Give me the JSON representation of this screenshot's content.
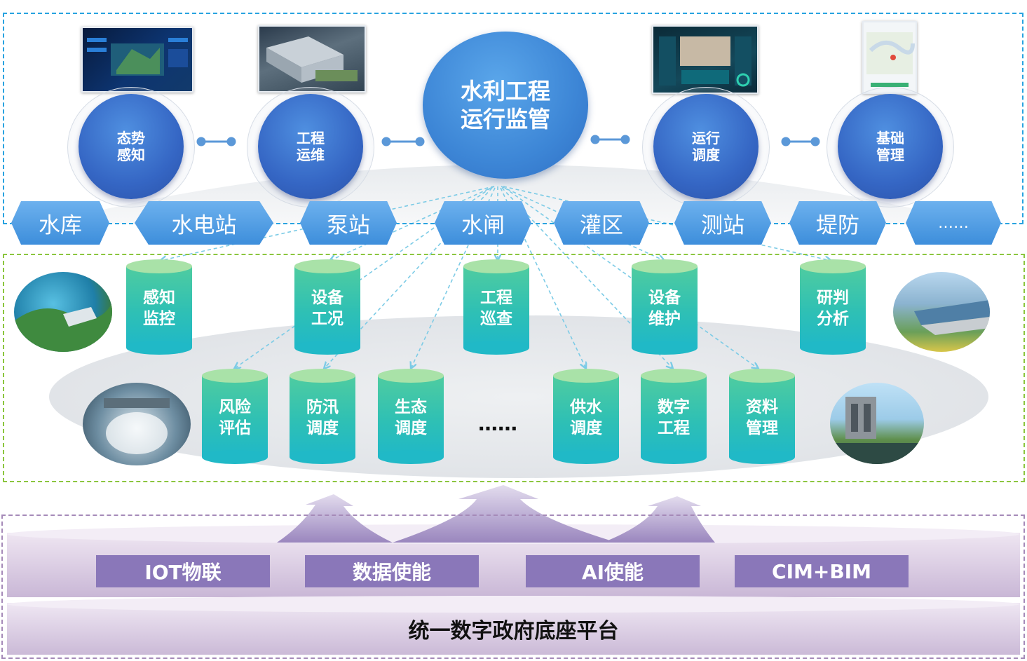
{
  "center": {
    "line1": "水利工程",
    "line2": "运行监管"
  },
  "functions": [
    {
      "line1": "态势",
      "line2": "感知"
    },
    {
      "line1": "工程",
      "line2": "运维"
    },
    {
      "line1": "运行",
      "line2": "调度"
    },
    {
      "line1": "基础",
      "line2": "管理"
    }
  ],
  "objects": [
    "水库",
    "水电站",
    "泵站",
    "水闸",
    "灌区",
    "测站",
    "堤防",
    "……"
  ],
  "apps_row1": [
    {
      "line1": "感知",
      "line2": "监控"
    },
    {
      "line1": "设备",
      "line2": "工况"
    },
    {
      "line1": "工程",
      "line2": "巡查"
    },
    {
      "line1": "设备",
      "line2": "维护"
    },
    {
      "line1": "研判",
      "line2": "分析"
    }
  ],
  "apps_row2": [
    {
      "line1": "风险",
      "line2": "评估"
    },
    {
      "line1": "防汛",
      "line2": "调度"
    },
    {
      "line1": "生态",
      "line2": "调度"
    },
    {
      "line1": "供水",
      "line2": "调度"
    },
    {
      "line1": "数字",
      "line2": "工程"
    },
    {
      "line1": "资料",
      "line2": "管理"
    }
  ],
  "apps_ellipsis": "……",
  "capabilities": [
    "IOT物联",
    "数据使能",
    "AI使能",
    "CIM+BIM"
  ],
  "platform": "统一数字政府底座平台",
  "colors": {
    "section_top_border": "#29a3e0",
    "section_mid_border": "#8cc63f",
    "section_bottom_border": "#a58ab8",
    "function_circle": "#3566c4",
    "hexagon": "#4d9ae2",
    "cylinder_top": "#a9e2a8",
    "cylinder_body": "#2fc0b4",
    "capability_box": "#8a77b9",
    "arrow": "#7ccbe6"
  }
}
